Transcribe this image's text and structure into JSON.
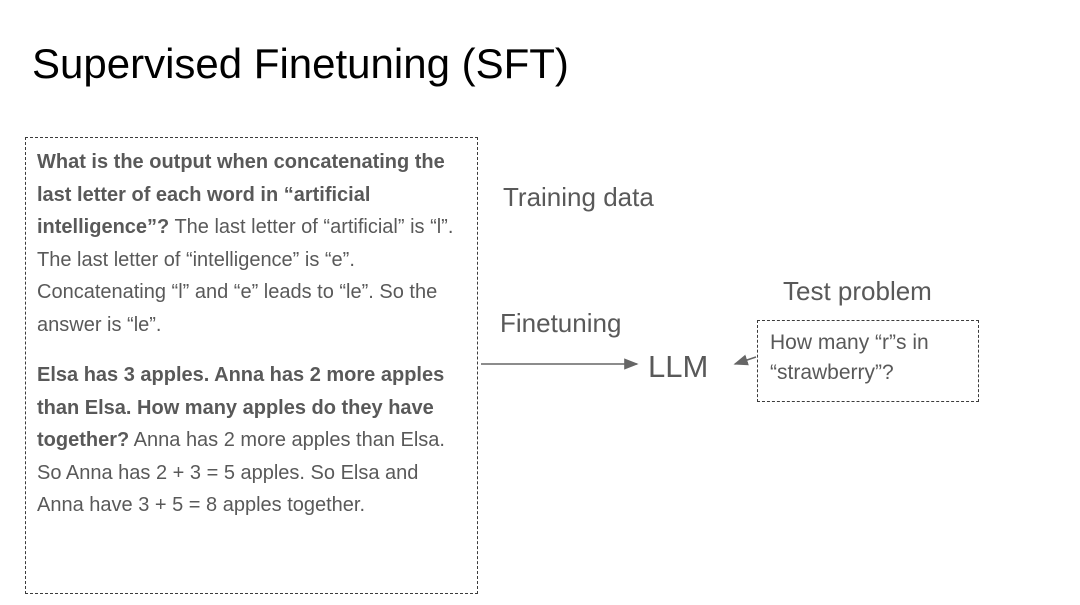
{
  "slide": {
    "title": "Supervised Finetuning (SFT)"
  },
  "labels": {
    "training_data": "Training data",
    "finetuning": "Finetuning",
    "llm": "LLM",
    "test_problem": "Test problem"
  },
  "training_box": {
    "examples": [
      {
        "question": "What is the output when concatenating the last letter of each word in “artificial intelligence”?",
        "answer": "The last letter of “artificial” is “l”. The last letter of “intelligence” is “e”. Concatenating “l” and “e” leads to “le”. So the answer is “le”."
      },
      {
        "question": "Elsa has 3 apples. Anna has 2 more apples than Elsa. How many apples do they have together?",
        "answer": "Anna has 2 more apples than Elsa. So Anna has 2 + 3 = 5 apples. So Elsa and Anna have 3 + 5 = 8 apples together."
      }
    ]
  },
  "test_box": {
    "question": "How many “r”s in “strawberry”?"
  },
  "colors": {
    "title_text": "#000000",
    "body_text": "#595959",
    "dashed_border": "#3c3c3c",
    "arrow": "#666666",
    "background": "#ffffff"
  }
}
